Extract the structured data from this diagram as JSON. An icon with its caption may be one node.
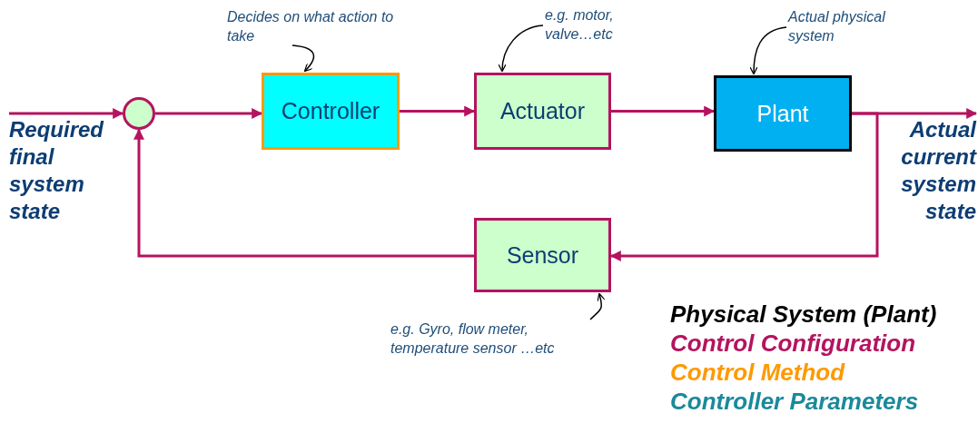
{
  "diagram": {
    "nodes": [
      {
        "text": [],
        "shape": "circle"
      },
      {
        "text": [
          "Controller"
        ]
      },
      {
        "text": [
          "Actuator"
        ]
      },
      {
        "text": [
          "Plant"
        ]
      },
      {
        "text": [
          "Sensor"
        ]
      },
      {
        "text": [
          "Decides on what action to take"
        ]
      },
      {
        "text": [
          "e.g. motor, valve…etc"
        ]
      },
      {
        "text": [
          "Actual physical system"
        ]
      },
      {
        "text": [
          "e.g. Gyro, flow meter, temperature sensor …etc"
        ]
      },
      {
        "text": [
          "Required final system state"
        ]
      },
      {
        "text": [
          "Actual current system state"
        ]
      }
    ],
    "edges": [
      {
        "from": 9,
        "to": 0,
        "arrow": "to"
      },
      {
        "from": 0,
        "to": 1,
        "arrow": "to"
      },
      {
        "from": 1,
        "to": 2,
        "arrow": "to"
      },
      {
        "from": 2,
        "to": 3,
        "arrow": "to"
      },
      {
        "from": 3,
        "to": 10,
        "arrow": "to"
      },
      {
        "from": 3,
        "to": 4,
        "arrow": "to"
      },
      {
        "from": 4,
        "to": 0,
        "arrow": "to"
      },
      {
        "from": 5,
        "to": 1,
        "arrow": "to",
        "color": "#000000"
      },
      {
        "from": 6,
        "to": 2,
        "arrow": "to",
        "color": "#000000"
      },
      {
        "from": 7,
        "to": 3,
        "arrow": "to",
        "color": "#000000"
      },
      {
        "from": 8,
        "to": 4,
        "arrow": "to",
        "color": "#000000"
      }
    ],
    "legend": [
      {
        "text": "Physical System (Plant)",
        "color": "#000000"
      },
      {
        "text": "Control Configuration",
        "color": "#b5135f"
      },
      {
        "text": "Control Method",
        "color": "#ff9900"
      },
      {
        "text": "Controller Parameters",
        "color": "#1a8a9a"
      }
    ]
  }
}
